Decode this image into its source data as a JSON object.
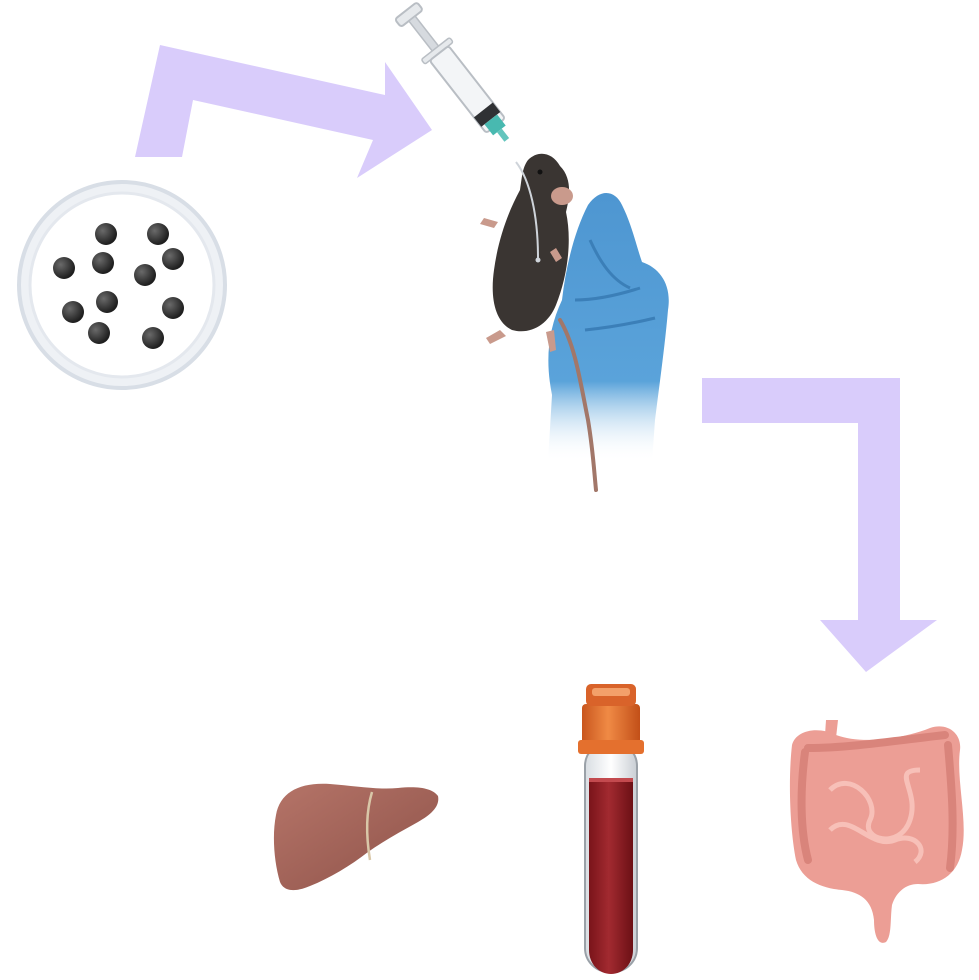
{
  "diagram": {
    "steps": [
      {
        "id": "particles",
        "icon": "petri-dish-icon",
        "dot_count": 11
      },
      {
        "id": "oral-gavage",
        "icon": "mouse-gavage-icon"
      },
      {
        "id": "organs",
        "icons": [
          "liver-icon",
          "blood-tube-icon",
          "intestine-icon"
        ]
      }
    ],
    "colors": {
      "arrow": "#d9ccfb",
      "dish_rim": "#d8dee6",
      "particle": "#303030",
      "glove": "#4e96d1",
      "mouse": "#3a3532",
      "syringe_hub": "#48b9b0",
      "liver": "#a0645a",
      "tube_cap": "#e4702e",
      "blood": "#8f1c22",
      "intestine": "#ec9e95"
    }
  }
}
